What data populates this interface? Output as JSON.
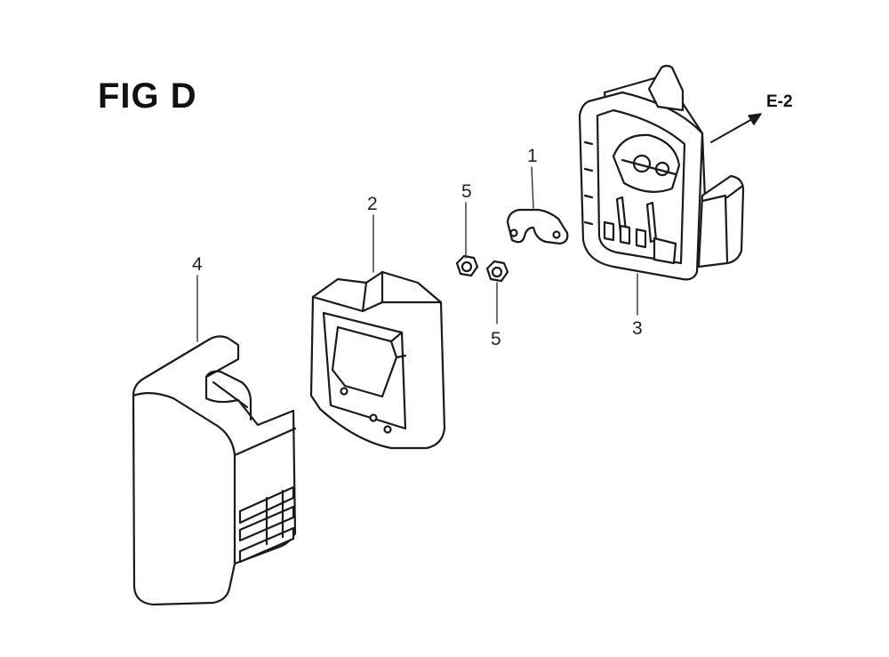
{
  "figure": {
    "title": "FIG D"
  },
  "reference": {
    "label": "E-2"
  },
  "callouts": [
    {
      "id": "c1",
      "number": "1",
      "part": "bracket"
    },
    {
      "id": "c2",
      "number": "2",
      "part": "element-frame"
    },
    {
      "id": "c3",
      "number": "3",
      "part": "air-cleaner-case"
    },
    {
      "id": "c4",
      "number": "4",
      "part": "air-cleaner-cover"
    },
    {
      "id": "c5a",
      "number": "5",
      "part": "nut"
    },
    {
      "id": "c5b",
      "number": "5",
      "part": "nut"
    }
  ]
}
